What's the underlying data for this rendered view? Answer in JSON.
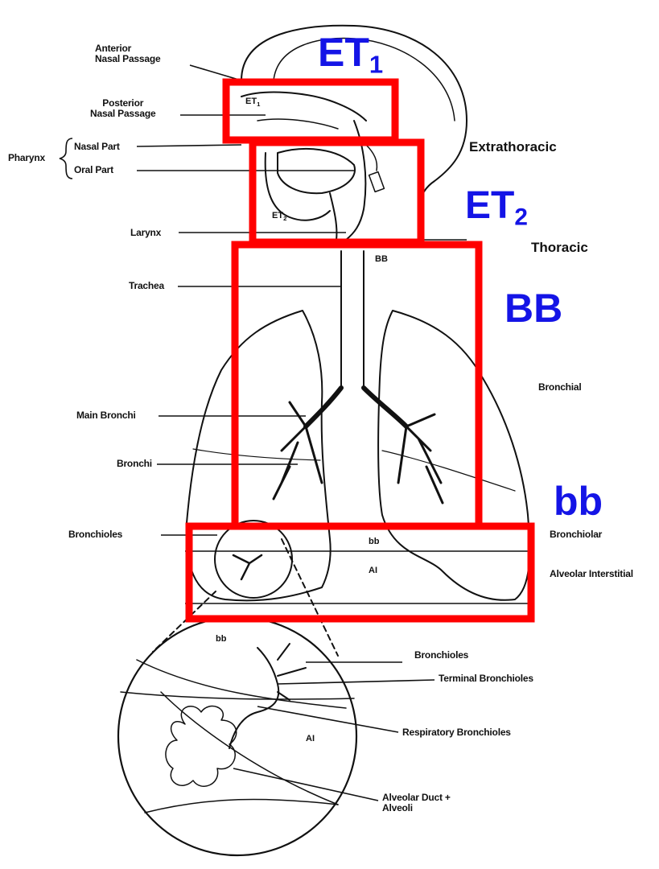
{
  "colors": {
    "highlight_box": "#ff0000",
    "region_code": "#1414e6",
    "line_art": "#111111"
  },
  "labels_left": {
    "anterior_nasal_passage": "Anterior\nNasal Passage",
    "posterior_nasal_passage": "Posterior\nNasal Passage",
    "pharynx": "Pharynx",
    "nasal_part": "Nasal Part",
    "oral_part": "Oral Part",
    "larynx": "Larynx",
    "trachea": "Trachea",
    "main_bronchi": "Main Bronchi",
    "bronchi": "Bronchi",
    "bronchioles": "Bronchioles"
  },
  "labels_right": {
    "extrathoracic": "Extrathoracic",
    "thoracic": "Thoracic",
    "bronchial": "Bronchial",
    "bronchiolar": "Bronchiolar",
    "alveolar_interstitial": "Alveolar Interstitial"
  },
  "inset_labels": {
    "bronchioles": "Bronchioles",
    "terminal_bronchioles": "Terminal Bronchioles",
    "respiratory_bronchioles": "Respiratory Bronchioles",
    "alveolar_duct": "Alveolar Duct +\nAlveoli"
  },
  "region_codes": {
    "et1": {
      "main": "ET",
      "sub": "1"
    },
    "et2": {
      "main": "ET",
      "sub": "2"
    },
    "bb_upper": "BB",
    "bb_lower": "bb"
  },
  "inner_labels": {
    "et1": {
      "main": "ET",
      "sub": "1"
    },
    "et2": {
      "main": "ET",
      "sub": "2"
    },
    "bb_upper": "BB",
    "bb_lower": "bb",
    "ai": "AI",
    "inset_bb": "bb",
    "inset_ai": "AI"
  }
}
